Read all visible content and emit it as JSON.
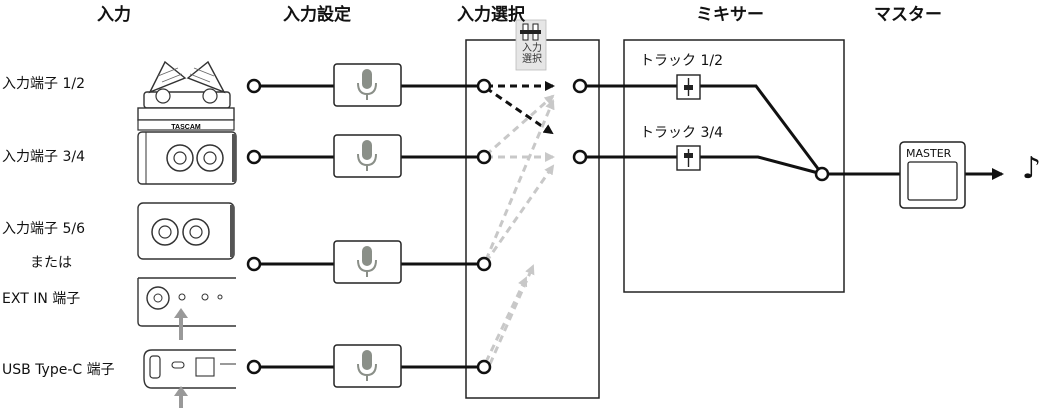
{
  "headers": {
    "input": "入力",
    "input_settings": "入力設定",
    "input_select": "入力選択",
    "mixer": "ミキサー",
    "master": "マスター"
  },
  "inputs": [
    {
      "label": "入力端子 1/2"
    },
    {
      "label": "入力端子 3/4"
    },
    {
      "label": "入力端子 5/6"
    },
    {
      "label": "または"
    },
    {
      "label": "EXT IN 端子"
    },
    {
      "label": "USB Type-C 端子"
    }
  ],
  "input_select_icon_label": "入力\n選択",
  "mic_brand": "TASCAM",
  "mixer_tracks": [
    {
      "label": "トラック 1/2"
    },
    {
      "label": "トラック 3/4"
    }
  ],
  "master_label": "MASTER",
  "output_symbol": "♪",
  "colors": {
    "active_arrow": "#111111",
    "inactive_arrow": "#c8c8c8",
    "box_stroke": "#222222",
    "mic_icon": "#8a8f88"
  }
}
